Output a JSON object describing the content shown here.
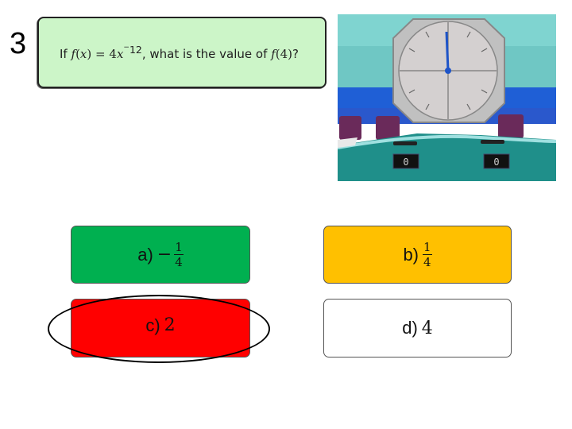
{
  "question": {
    "number": "3",
    "prefix": "If",
    "func": "f",
    "var": "x",
    "coef": "4",
    "exp_sign": "−",
    "exp_num": "1",
    "exp_den": "2",
    "middle": ", what is the value of",
    "arg": "4",
    "suffix": "?"
  },
  "answers": [
    {
      "letter": "a)",
      "sign": "−",
      "num": "1",
      "den": "4",
      "color": "#00b050"
    },
    {
      "letter": "b)",
      "num": "1",
      "den": "4",
      "color": "#ffc000"
    },
    {
      "letter": "c)",
      "value": "2",
      "color": "#ff0000",
      "selected": true
    },
    {
      "letter": "d)",
      "value": "4",
      "color": "#ffffff"
    }
  ],
  "game": {
    "score_left": "0",
    "score_right": "0"
  }
}
